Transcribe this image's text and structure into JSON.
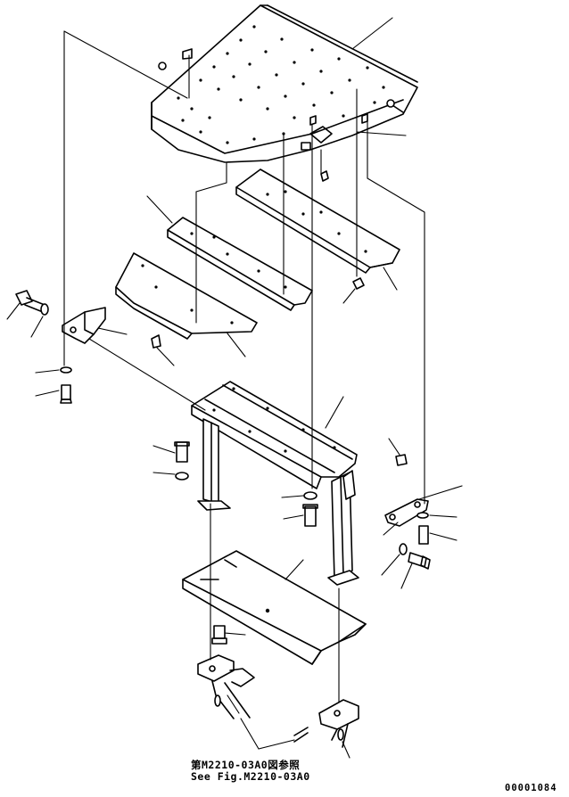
{
  "reference": {
    "japanese": "第M2210-03A0図参照",
    "english": "See Fig.M2210-03A0"
  },
  "figure_code": "00001084"
}
